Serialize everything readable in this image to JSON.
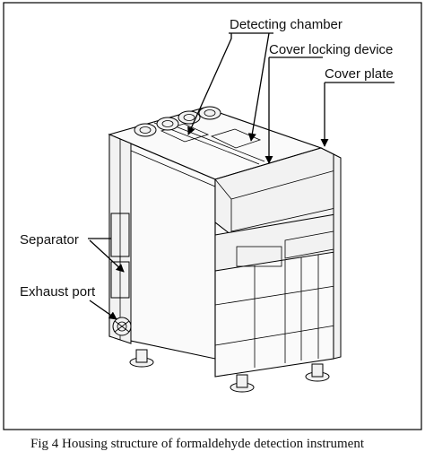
{
  "labels": {
    "detecting_chamber": "Detecting chamber",
    "cover_locking_device": "Cover locking device",
    "cover_plate": "Cover plate",
    "separator": "Separator",
    "exhaust_port": "Exhaust port"
  },
  "caption": "Fig 4 Housing structure of formaldehyde detection instrument"
}
